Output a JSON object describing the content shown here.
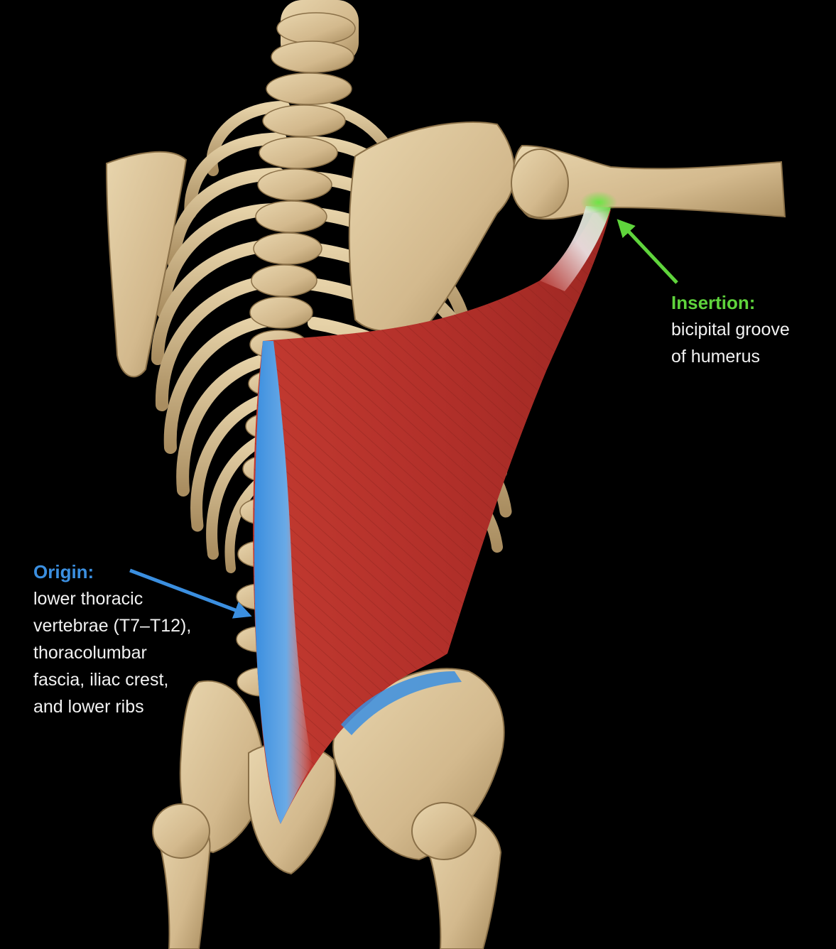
{
  "labels": {
    "origin": {
      "title": "Origin:",
      "lines": [
        "lower thoracic",
        "vertebrae (T7–T12),",
        "thoracolumbar",
        "fascia, iliac crest,",
        "and lower ribs"
      ],
      "color": "#3b8fe0"
    },
    "insertion": {
      "title": "Insertion:",
      "lines": [
        "bicipital groove",
        "of humerus"
      ],
      "color": "#5fd43c"
    }
  },
  "colors": {
    "background": "#000000",
    "bone": "#d9c29a",
    "bone_shade": "#9c8258",
    "muscle": "#b8342c",
    "origin_highlight": "#3b8fe0",
    "insertion_highlight": "#5fd43c",
    "text": "#f2f2f2"
  }
}
